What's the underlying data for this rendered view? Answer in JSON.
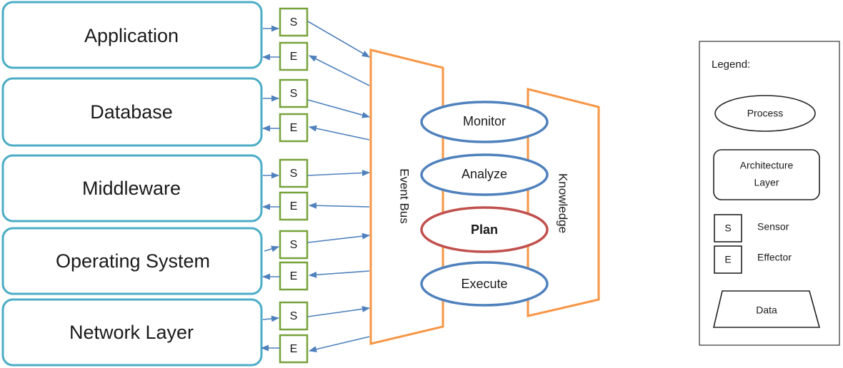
{
  "colors": {
    "layer_border": "#4bacc6",
    "module_border": "#77a23b",
    "event_bus": "#f79646",
    "process": "#4f81bd",
    "plan": "#c0504d",
    "arrow": "#4f81bd",
    "legend_border": "#333333"
  },
  "layers": [
    {
      "label": "Application"
    },
    {
      "label": "Database"
    },
    {
      "label": "Middleware"
    },
    {
      "label": "Operating System"
    },
    {
      "label": "Network Layer"
    }
  ],
  "sensor_label": "S",
  "effector_label": "E",
  "event_bus_label": "Event Bus",
  "knowledge_label": "Knowledge",
  "processes": [
    {
      "label": "Monitor",
      "bold": false
    },
    {
      "label": "Analyze",
      "bold": false
    },
    {
      "label": "Plan",
      "bold": true
    },
    {
      "label": "Execute",
      "bold": false
    }
  ],
  "legend": {
    "title": "Legend:",
    "process": "Process",
    "architecture_line1": "Architecture",
    "architecture_line2": "Layer",
    "sensor_box": "S",
    "sensor": "Sensor",
    "effector_box": "E",
    "effector": "Effector",
    "data": "Data"
  }
}
